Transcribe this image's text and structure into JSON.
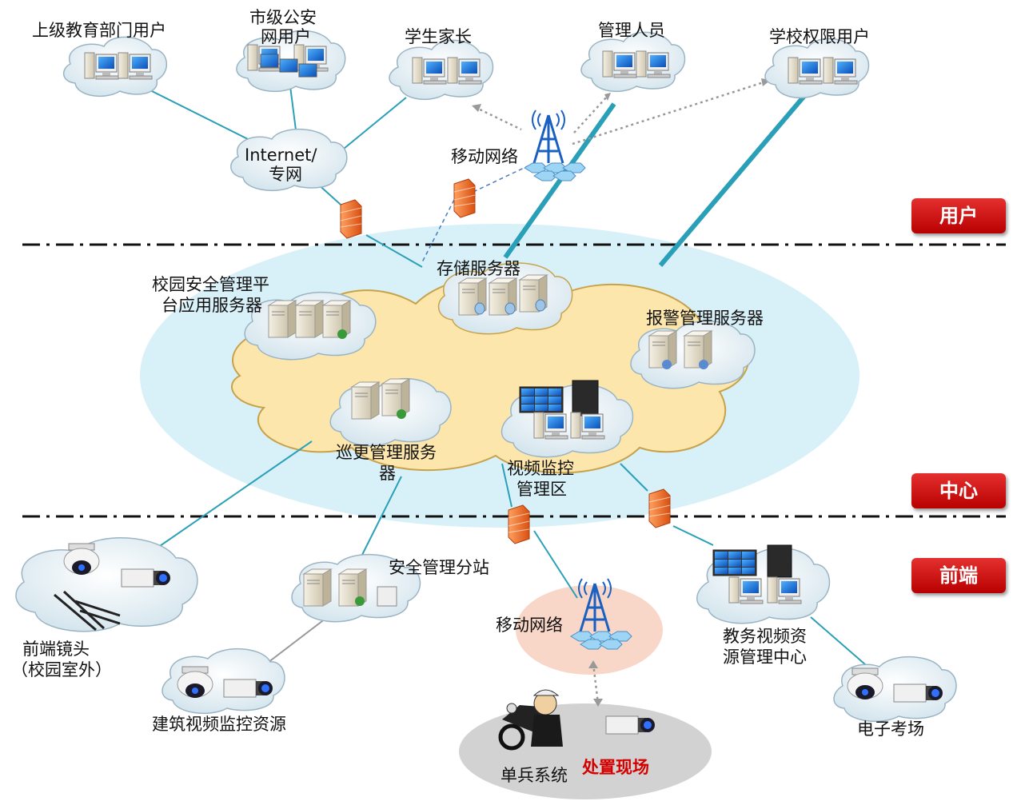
{
  "nodes": {
    "edu_dept_users": "上级教育部门用户",
    "city_police_line1": "市级公安",
    "city_police_line2": "网用户",
    "parents": "学生家长",
    "managers": "管理人员",
    "school_users": "学校权限用户",
    "internet_line1": "Internet/",
    "internet_line2": "专网",
    "mobile_network_top": "移动网络",
    "storage_server": "存储服务器",
    "campus_app_line1": "校园安全管理平",
    "campus_app_line2": "台应用服务器",
    "alarm_server": "报警管理服务器",
    "patrol_line1": "巡更管理服务",
    "patrol_line2": "器",
    "video_mgmt_line1": "视频监控",
    "video_mgmt_line2": "管理区",
    "front_camera_line1": "前端镜头",
    "front_camera_line2": "（校园室外）",
    "substation": "安全管理分站",
    "building_video": "建筑视频监控资源",
    "mobile_network_bottom": "移动网络",
    "edu_video_line1": "教务视频资",
    "edu_video_line2": "源管理中心",
    "exam_room": "电子考场",
    "single_soldier": "单兵系统",
    "disposal_site": "处置现场"
  },
  "zones": {
    "user": "用户",
    "center": "中心",
    "front": "前端"
  },
  "colors": {
    "zone_badge": "#c81010",
    "center_ellipse": "#d8f0f8",
    "core_cloud": "#fde6ac",
    "link_line": "#2aa0b8",
    "firewall": "#f07830",
    "disposal_text": "#d40000"
  },
  "icons": [
    "pc-icon",
    "server-icon",
    "firewall-icon",
    "antenna-icon",
    "camera-icon",
    "dome-camera-icon",
    "video-wall-icon",
    "police-motorcycle-icon"
  ]
}
